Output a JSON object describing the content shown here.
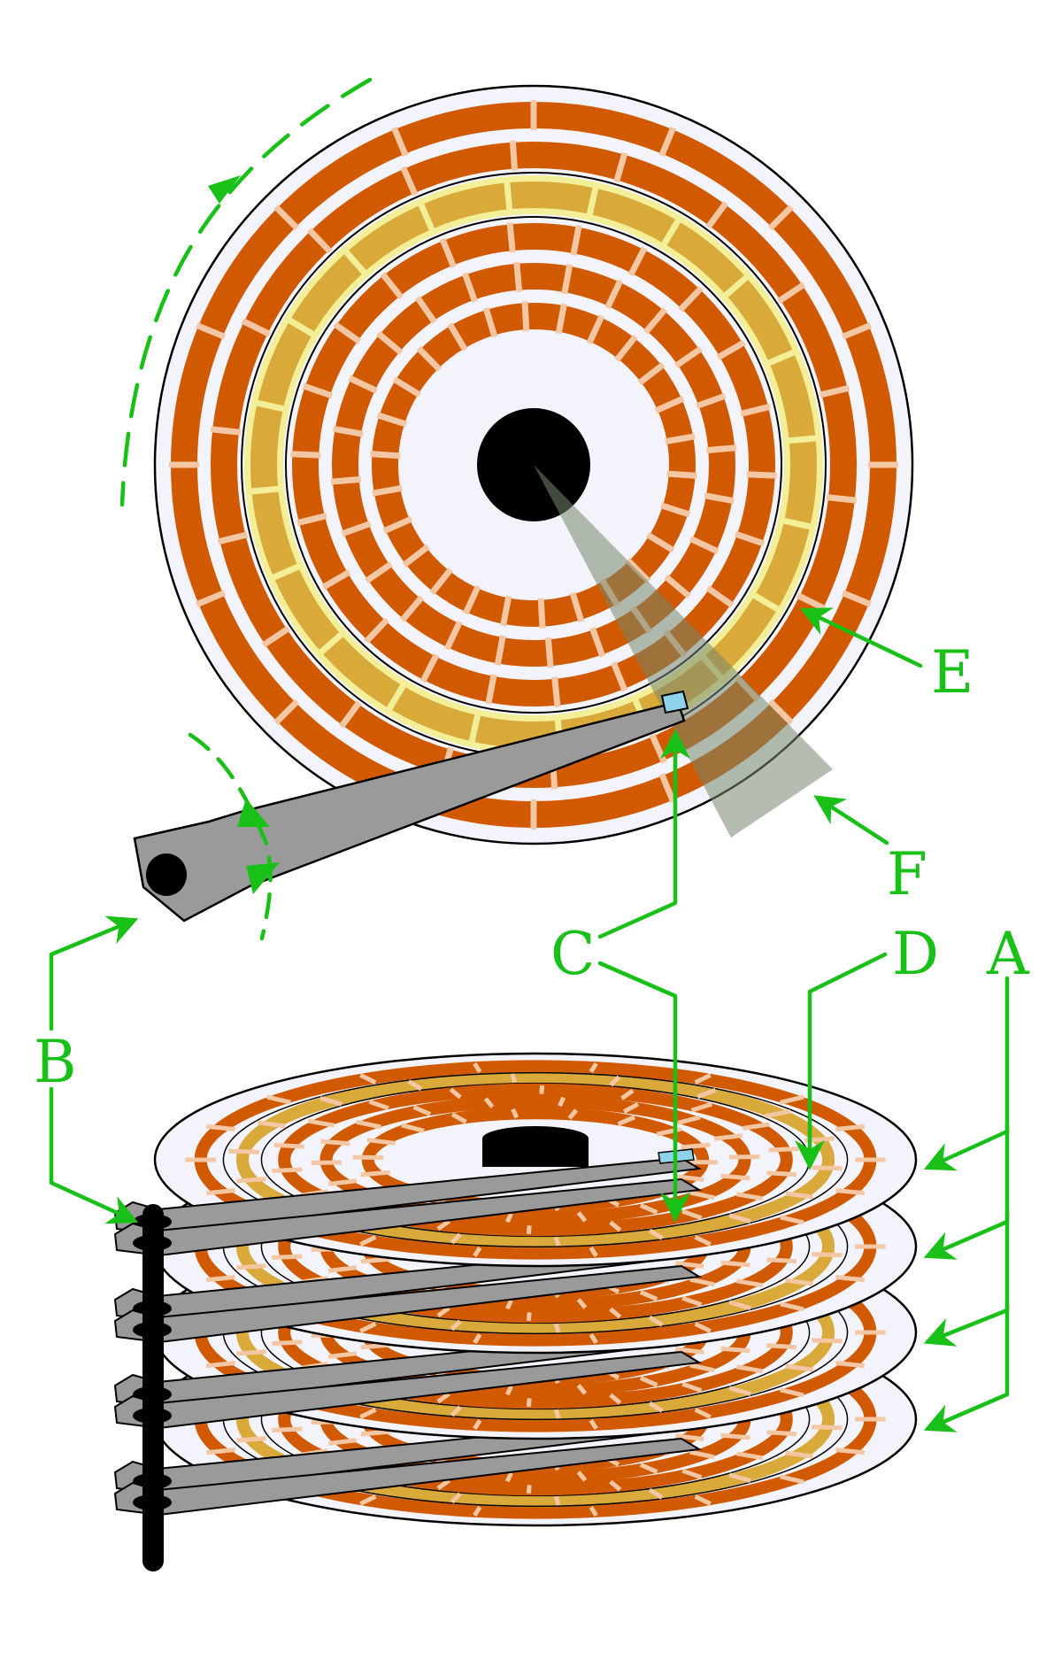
{
  "labels": {
    "a": "A",
    "b": "B",
    "c": "C",
    "d": "D",
    "e": "E",
    "f": "F"
  },
  "colors": {
    "annotation": "#18c018",
    "track": "#d15a00",
    "track_separator": "#f4c7a4",
    "cylinder_track": "#d9a93a",
    "cylinder_glow": "#f2ef98",
    "platter": "#f3f3fb",
    "spindle": "#000000",
    "arm": "#9a9a9a",
    "head": "#8ed2ea",
    "sector": "#76866e"
  },
  "icons": {
    "platter_rotation": "dashed-curved-arrow-icon",
    "arm_rotation": "dashed-curved-arrow-icon",
    "pointer": "arrow-icon"
  }
}
